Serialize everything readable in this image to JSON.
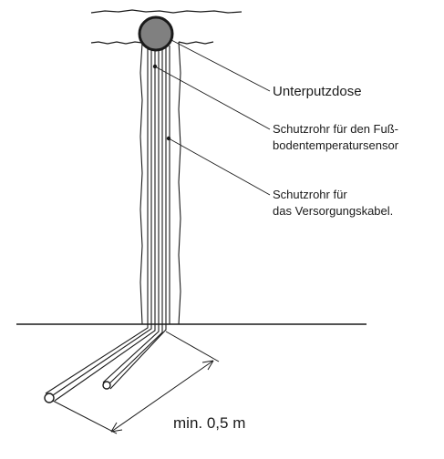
{
  "labels": {
    "box": "Unterputzdose",
    "sensor_tube_line1": "Schutzrohr für den Fuß-",
    "sensor_tube_line2": "bodentemperatursensor",
    "supply_tube_line1": "Schutzrohr für",
    "supply_tube_line2": "das Versorgungskabel.",
    "dimension": "min. 0,5 m"
  },
  "colors": {
    "line": "#1a1a1a",
    "box_fill": "#808080",
    "background": "#ffffff"
  }
}
